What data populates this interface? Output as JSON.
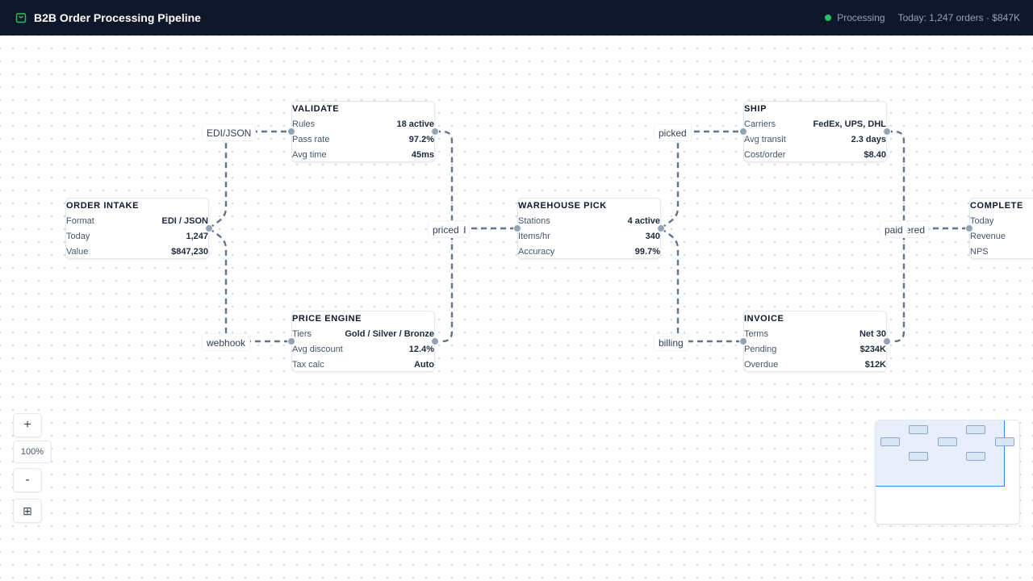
{
  "app": {
    "title": "B2B Order Processing Pipeline",
    "status": "Processing",
    "stats": "Today: 1,247 orders · $847K"
  },
  "nodes": {
    "intake": {
      "title": "ORDER INTAKE",
      "rows": [
        {
          "key": "Format",
          "value": "EDI / JSON"
        },
        {
          "key": "Today",
          "value": "1,247"
        },
        {
          "key": "Value",
          "value": "$847,230"
        }
      ]
    },
    "validate": {
      "title": "VALIDATE",
      "rows": [
        {
          "key": "Rules",
          "value": "18 active"
        },
        {
          "key": "Pass rate",
          "value": "97.2%"
        },
        {
          "key": "Avg time",
          "value": "45ms"
        }
      ]
    },
    "price": {
      "title": "PRICE ENGINE",
      "rows": [
        {
          "key": "Tiers",
          "value": "Gold / Silver / Bronze"
        },
        {
          "key": "Avg discount",
          "value": "12.4%"
        },
        {
          "key": "Tax calc",
          "value": "Auto"
        }
      ]
    },
    "warehouse": {
      "title": "WAREHOUSE PICK",
      "rows": [
        {
          "key": "Stations",
          "value": "4 active"
        },
        {
          "key": "Items/hr",
          "value": "340"
        },
        {
          "key": "Accuracy",
          "value": "99.7%"
        }
      ]
    },
    "ship": {
      "title": "SHIP",
      "rows": [
        {
          "key": "Carriers",
          "value": "FedEx, UPS, DHL"
        },
        {
          "key": "Avg transit",
          "value": "2.3 days"
        },
        {
          "key": "Cost/order",
          "value": "$8.40"
        }
      ]
    },
    "invoice": {
      "title": "INVOICE",
      "rows": [
        {
          "key": "Terms",
          "value": "Net 30"
        },
        {
          "key": "Pending",
          "value": "$234K"
        },
        {
          "key": "Overdue",
          "value": "$12K"
        }
      ]
    },
    "complete": {
      "title": "COMPLETE",
      "rows": [
        {
          "key": "Today",
          "value": ""
        },
        {
          "key": "Revenue",
          "value": ""
        },
        {
          "key": "NPS",
          "value": ""
        }
      ]
    }
  },
  "edge_labels": {
    "edi": "EDI/JSON",
    "webhook": "webhook",
    "priced": "priced",
    "validated_tail": "ed",
    "picked": "picked",
    "billing": "billing",
    "paid": "paid",
    "delivered_tail": "ered"
  },
  "controls": {
    "zoom_in": "+",
    "zoom_level": "100%",
    "zoom_out": "-",
    "fit_view": "⊞"
  },
  "colors": {
    "topbar": "#0f172a",
    "status": "#22c55e",
    "edge": "#64748b",
    "handle": "#94a3b8",
    "minimap_viewport": "#3b82f6"
  }
}
